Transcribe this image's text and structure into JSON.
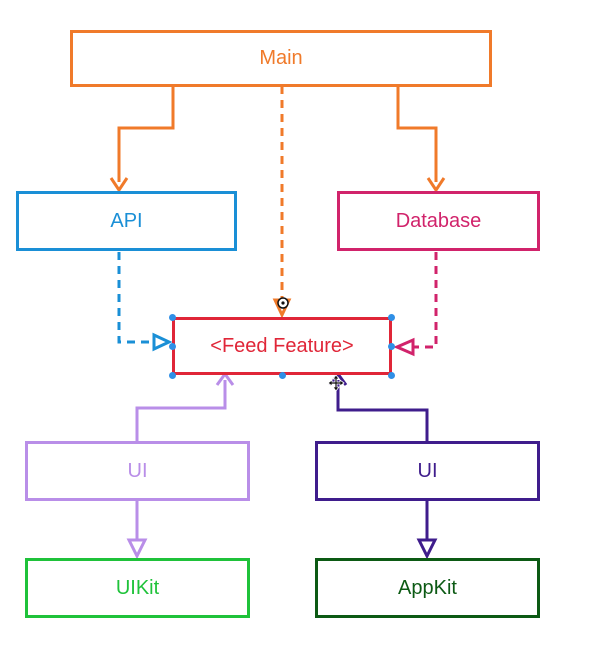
{
  "diagram": {
    "nodes": {
      "main": {
        "label": "Main",
        "color": "#f07a2a"
      },
      "api": {
        "label": "API",
        "color": "#1a8fd6"
      },
      "database": {
        "label": "Database",
        "color": "#d1236b"
      },
      "feed_feature": {
        "label": "<Feed Feature>",
        "color": "#e02638"
      },
      "ui_left": {
        "label": "UI",
        "color": "#b98ee8"
      },
      "ui_right": {
        "label": "UI",
        "color": "#3f1d8c"
      },
      "uikit": {
        "label": "UIKit",
        "color": "#1fc23a"
      },
      "appkit": {
        "label": "AppKit",
        "color": "#0c5a14"
      }
    },
    "edges": [
      {
        "from": "Main",
        "to": "API",
        "style": "solid",
        "arrow": "open",
        "color": "#f07a2a"
      },
      {
        "from": "Main",
        "to": "Database",
        "style": "solid",
        "arrow": "open",
        "color": "#f07a2a"
      },
      {
        "from": "Main",
        "to": "<Feed Feature>",
        "style": "dashed",
        "arrow": "hollow-triangle",
        "color": "#f07a2a"
      },
      {
        "from": "API",
        "to": "<Feed Feature>",
        "style": "dashed",
        "arrow": "hollow-triangle",
        "color": "#1a8fd6"
      },
      {
        "from": "Database",
        "to": "<Feed Feature>",
        "style": "dashed",
        "arrow": "hollow-triangle",
        "color": "#d1236b"
      },
      {
        "from": "UI",
        "to": "<Feed Feature>",
        "style": "solid",
        "arrow": "open",
        "color": "#b98ee8"
      },
      {
        "from": "UI",
        "to": "<Feed Feature>",
        "style": "solid",
        "arrow": "open",
        "color": "#3f1d8c"
      },
      {
        "from": "UI",
        "to": "UIKit",
        "style": "solid",
        "arrow": "hollow-triangle",
        "color": "#b98ee8"
      },
      {
        "from": "UI",
        "to": "AppKit",
        "style": "solid",
        "arrow": "hollow-triangle",
        "color": "#3f1d8c"
      }
    ],
    "selection": {
      "selected_node": "<Feed Feature>",
      "handle_color": "#2f8fe6"
    }
  }
}
